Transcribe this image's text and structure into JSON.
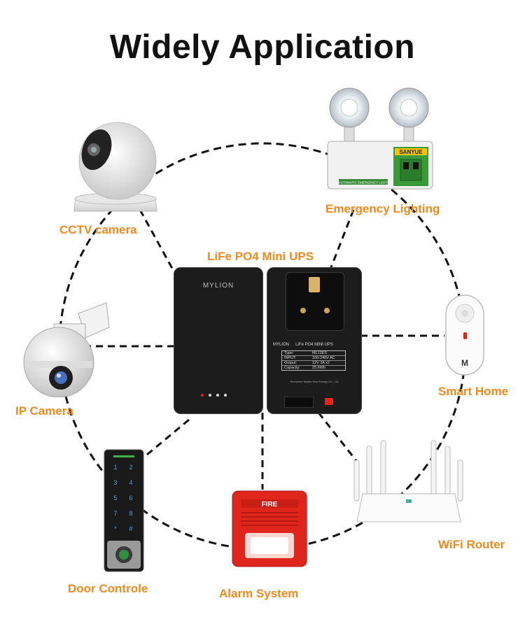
{
  "title": "Widely Application",
  "center": {
    "label": "LiFe PO4 Mini UPS",
    "brand_front": "MYLION",
    "brand_back": "MYLION",
    "spec_title": "LiFe PO4 MINI UPS",
    "specs": [
      {
        "k": "Type:",
        "v": "ML12ES"
      },
      {
        "k": "INPUT:",
        "v": "100-240V AC"
      },
      {
        "k": "Output:",
        "v": "12V 2A x2"
      },
      {
        "k": "Capacity:",
        "v": "25.6Wh"
      }
    ],
    "maker": "Shenzhen Mylion New Energy Co., Ltd"
  },
  "devices": {
    "cctv": "CCTV camera",
    "emergency": "Emergency Lighting",
    "emergency_brand": "SANYUE",
    "emergency_strip": "AUTOMATIC EMERGENCY LIGHT",
    "ip": "IP Camera",
    "smart": "Smart Home",
    "door": "Door Controle",
    "alarm": "Alarm System",
    "alarm_text": "FIRE",
    "router": "WiFi Router"
  },
  "colors": {
    "accent": "#f08a1c",
    "alarm": "#e0261c",
    "device_black": "#1c1c1c"
  }
}
